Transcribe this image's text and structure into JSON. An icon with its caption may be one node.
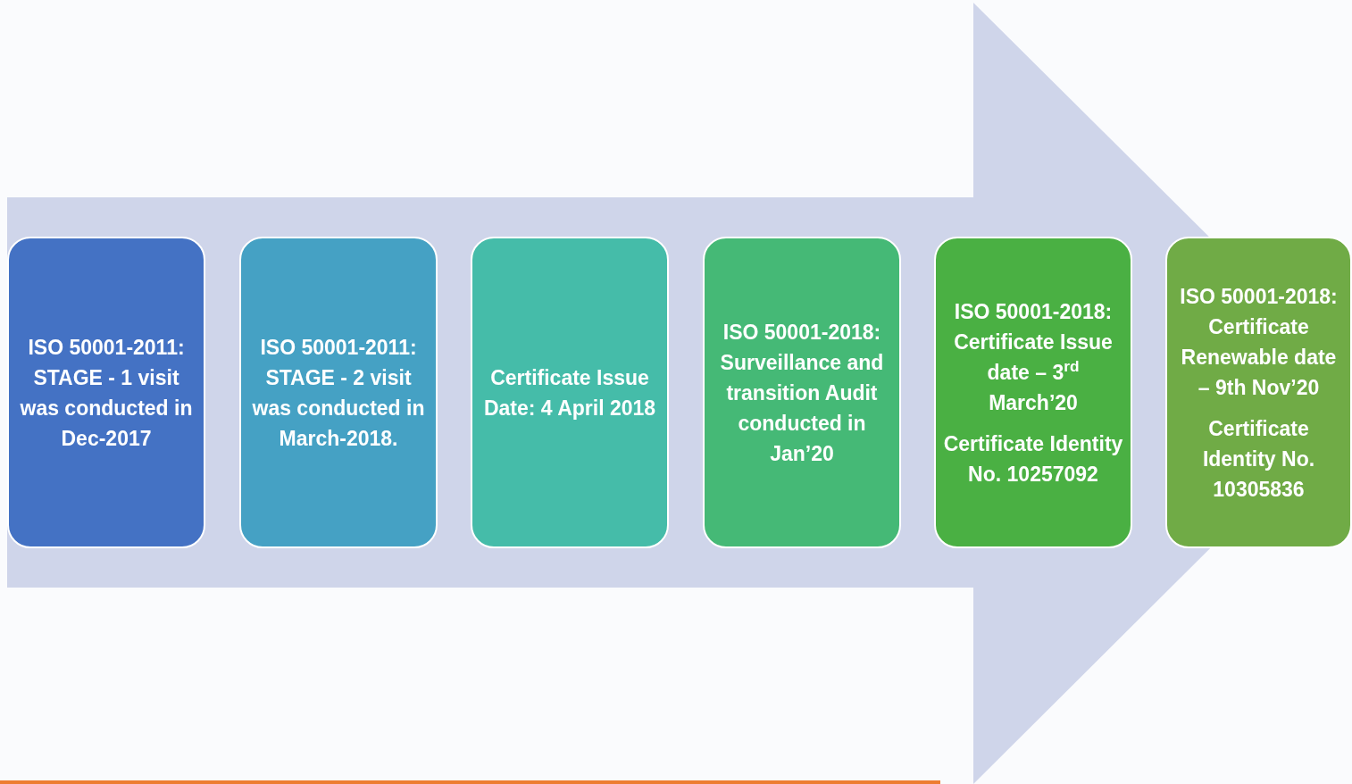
{
  "diagram": {
    "nodes": [
      {
        "text": [
          "ISO 50001-2011: STAGE - 1 visit was conducted in Dec-2017"
        ]
      },
      {
        "text": [
          "ISO 50001-2011: STAGE - 2 visit was conducted in March-2018."
        ]
      },
      {
        "text": [
          "Certificate Issue Date: 4 April 2018"
        ]
      },
      {
        "text": [
          "ISO 50001-2018: Surveillance and transition Audit conducted in Jan’20"
        ]
      },
      {
        "text": [
          "ISO 50001-2018: Certificate Issue date – 3$^{rd}$ March’20",
          "Certificate Identity No. 10257092"
        ]
      },
      {
        "text": [
          "ISO 50001-2018: Certificate Renewable date – 9th Nov’20",
          "Certificate Identity No. 10305836"
        ]
      }
    ],
    "edges": [
      {
        "from": 0,
        "to": 5,
        "arrow": "to"
      }
    ]
  }
}
